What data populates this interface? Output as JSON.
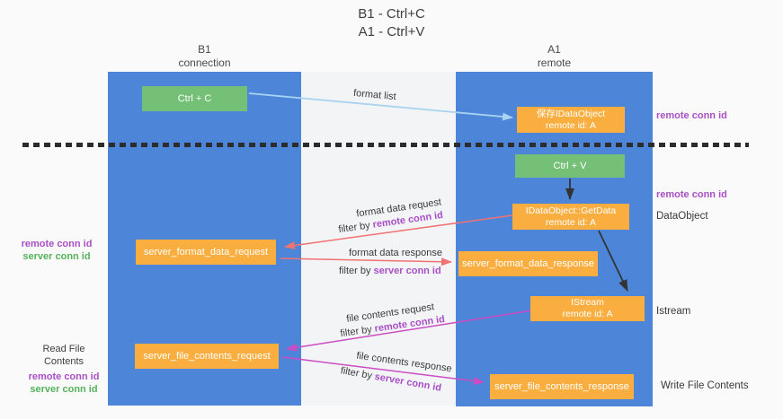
{
  "title": {
    "line1": "B1 - Ctrl+C",
    "line2": "A1 - Ctrl+V"
  },
  "lanes": {
    "left": {
      "name": "B1",
      "role": "connection"
    },
    "right": {
      "name": "A1",
      "role": "remote"
    }
  },
  "nodes": {
    "ctrl_c": {
      "label": "Ctrl + C"
    },
    "save_idataobject": {
      "line1": "保存IDataObject",
      "line2": "remote id: A"
    },
    "ctrl_v": {
      "label": "Ctrl + V"
    },
    "idataobject_getdata": {
      "line1": "IDataObject::GetData",
      "line2": "remote id: A"
    },
    "server_format_data_request": {
      "label": "server_format_data_request"
    },
    "server_format_data_response": {
      "label": "server_format_data_response"
    },
    "istream": {
      "line1": "IStream",
      "line2": "remote id: A"
    },
    "server_file_contents_request": {
      "label": "server_file_contents_request"
    },
    "server_file_contents_response": {
      "label": "server_file_contents_response"
    }
  },
  "arrow_labels": {
    "format_list": "format list",
    "format_data_request": "format data request",
    "filter_remote_1": {
      "prefix": "filter by ",
      "value": "remote conn id"
    },
    "format_data_response": "format data response",
    "filter_server_1": {
      "prefix": "filter by ",
      "value": "server conn id"
    },
    "file_contents_request": "file contents request",
    "filter_remote_2": {
      "prefix": "filter by ",
      "value": "remote conn id"
    },
    "file_contents_response": "file contents response",
    "filter_server_2": {
      "prefix": "filter by ",
      "value": "server conn id"
    }
  },
  "side_labels": {
    "right_top_remote_conn_id": "remote conn id",
    "right_mid_remote_conn_id": "remote conn id",
    "dataobject": "DataObject",
    "istream": "Istream",
    "write_file_contents": "Write File Contents",
    "left_remote_conn_id_1": "remote conn id",
    "left_server_conn_id_1": "server conn id",
    "read_file_contents": "Read File Contents",
    "left_remote_conn_id_2": "remote conn id",
    "left_server_conn_id_2": "server conn id"
  },
  "colors": {
    "lane_blue": "#4d86d8",
    "node_green": "#74c077",
    "node_orange": "#f9ae3f",
    "purple_text": "#a94fc6",
    "green_text": "#55b259",
    "red_arrow": "#f07272",
    "magenta_arrow": "#cc4cc4",
    "light_blue_arrow": "#a9d3f0",
    "black_arrow": "#333333",
    "dash_line": "#2c2c2c"
  }
}
